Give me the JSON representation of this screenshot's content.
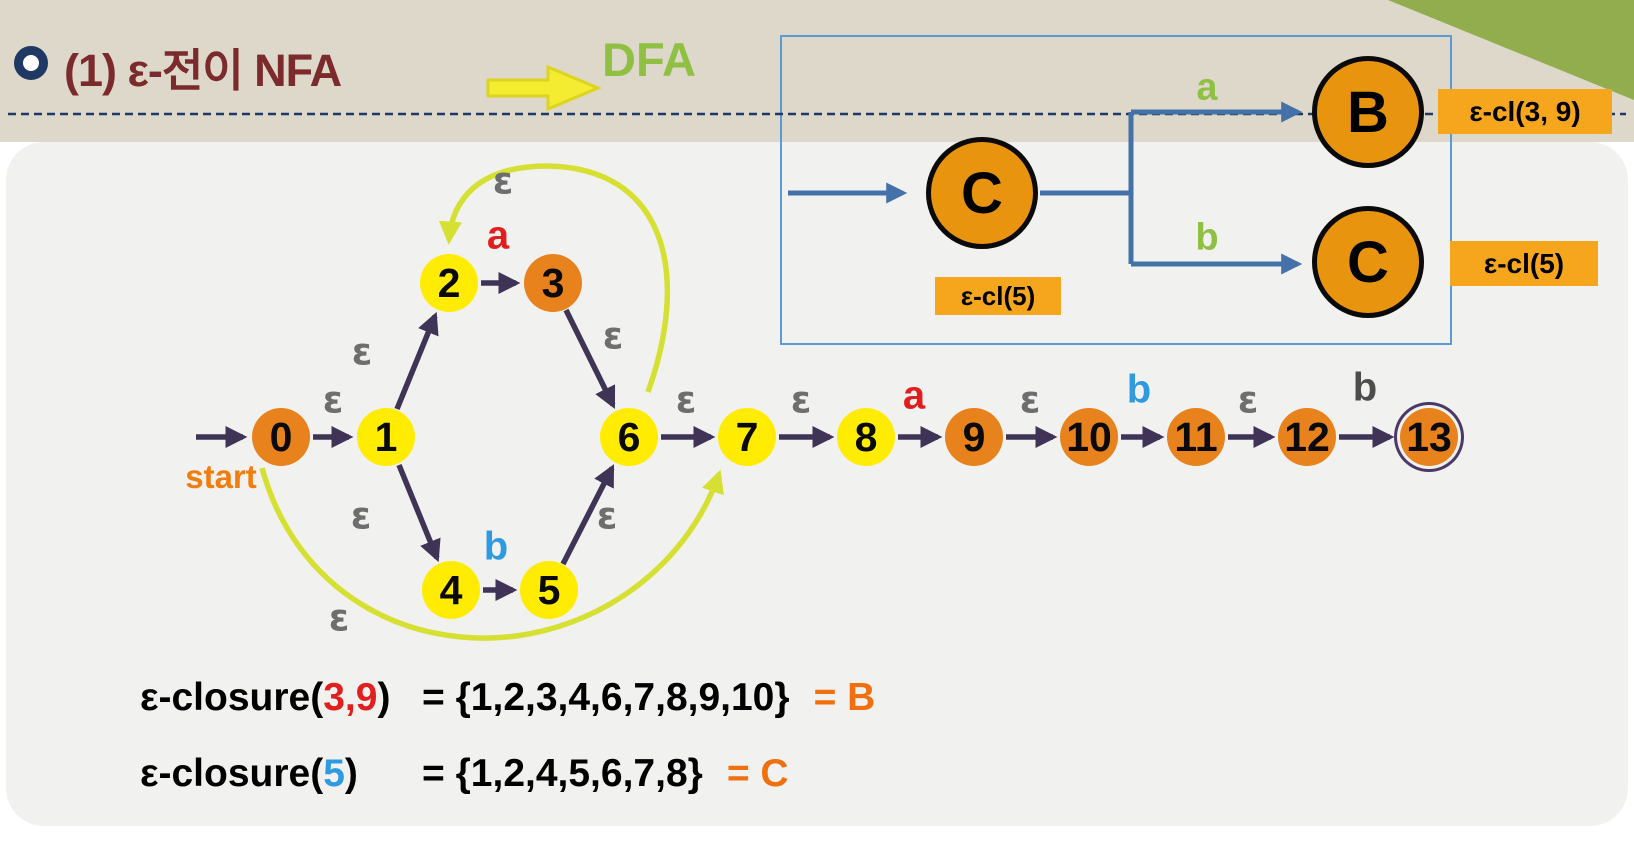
{
  "title": {
    "text": "(1) ε-전이 NFA",
    "dfa": "DFA"
  },
  "dfa_inset": {
    "state_c_main": "C",
    "state_b": "B",
    "state_c2": "C",
    "label_a": "a",
    "label_b": "b",
    "tag_c_main": "ε-cl(5)",
    "tag_b": "ε-cl(3, 9)",
    "tag_c2": "ε-cl(5)"
  },
  "nfa": {
    "start_label": "start",
    "states": [
      {
        "label": "0"
      },
      {
        "label": "1"
      },
      {
        "label": "2"
      },
      {
        "label": "3"
      },
      {
        "label": "4"
      },
      {
        "label": "5"
      },
      {
        "label": "6"
      },
      {
        "label": "7"
      },
      {
        "label": "8"
      },
      {
        "label": "9"
      },
      {
        "label": "10"
      },
      {
        "label": "11"
      },
      {
        "label": "12"
      },
      {
        "label": "13"
      }
    ],
    "labels": {
      "e01": "ε",
      "e12": "ε",
      "loop_top": "ε",
      "a23": "a",
      "e36": "ε",
      "e14": "ε",
      "b45": "b",
      "e56": "ε",
      "e67": "ε",
      "e78": "ε",
      "a89": "a",
      "e910": "ε",
      "b1011": "b",
      "e1112": "ε",
      "b1213": "b",
      "loop_bottom": "ε"
    }
  },
  "closures": [
    {
      "call_pre": "ε-closure(",
      "arg": "3,9",
      "call_post": ")",
      "set": "= {1,2,3,4,6,7,8,9,10}",
      "result": "= B"
    },
    {
      "call_pre": "ε-closure(",
      "arg": "5",
      "call_post": ")",
      "set": "= {1,2,4,5,6,7,8}",
      "result": "= C"
    }
  ],
  "colors": {
    "title_maroon": "#7b2b2b",
    "dfa_green": "#8fc043",
    "state_yellow": "#ffec00",
    "state_orange": "#e8821c",
    "dfa_state_orange": "#e8940e",
    "edge_dark": "#3f3356",
    "loop_yellow_green": "#d6e032",
    "blue_arrow": "#4472a8",
    "label_red": "#e01f1f",
    "label_blue": "#2e9ae0",
    "label_gray": "#6e6e6e",
    "start_orange": "#f07d0e",
    "tag_orange": "#f5a61d",
    "result_orange": "#f07010",
    "box_border_blue": "#5b9bd5",
    "header_beige": "#ddd8c9",
    "panel_gray": "#f1f1ef",
    "corner_green": "#92ad4e",
    "dashed_navy": "#1f3864"
  }
}
